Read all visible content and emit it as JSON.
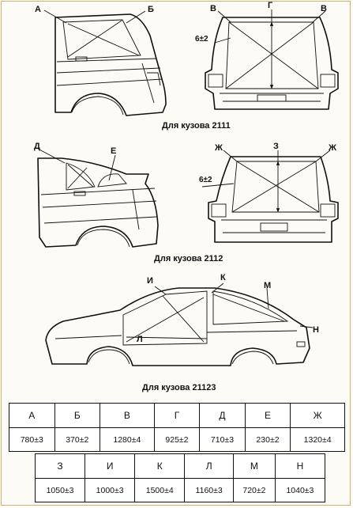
{
  "figures": [
    {
      "caption": "Для кузова 2111",
      "side_labels": [
        "А",
        "Б"
      ],
      "rear_labels": [
        "В",
        "Г",
        "В"
      ],
      "tolerance": "6±2"
    },
    {
      "caption": "Для кузова 2112",
      "side_labels": [
        "Д",
        "Е"
      ],
      "rear_labels": [
        "Ж",
        "З",
        "Ж"
      ],
      "tolerance": "6±2"
    },
    {
      "caption": "Для кузова 21123",
      "side_labels": [
        "И",
        "К",
        "Л",
        "М",
        "Н"
      ]
    }
  ],
  "table": {
    "row1": [
      {
        "label": "А",
        "value": "780±3"
      },
      {
        "label": "Б",
        "value": "370±2"
      },
      {
        "label": "В",
        "value": "1280±4"
      },
      {
        "label": "Г",
        "value": "925±2"
      },
      {
        "label": "Д",
        "value": "710±3"
      },
      {
        "label": "Е",
        "value": "230±2"
      },
      {
        "label": "Ж",
        "value": "1320±4"
      }
    ],
    "row2": [
      {
        "label": "З",
        "value": "1050±3"
      },
      {
        "label": "И",
        "value": "1000±3"
      },
      {
        "label": "К",
        "value": "1500±4"
      },
      {
        "label": "Л",
        "value": "1160±3"
      },
      {
        "label": "М",
        "value": "720±2"
      },
      {
        "label": "Н",
        "value": "1040±3"
      }
    ]
  }
}
